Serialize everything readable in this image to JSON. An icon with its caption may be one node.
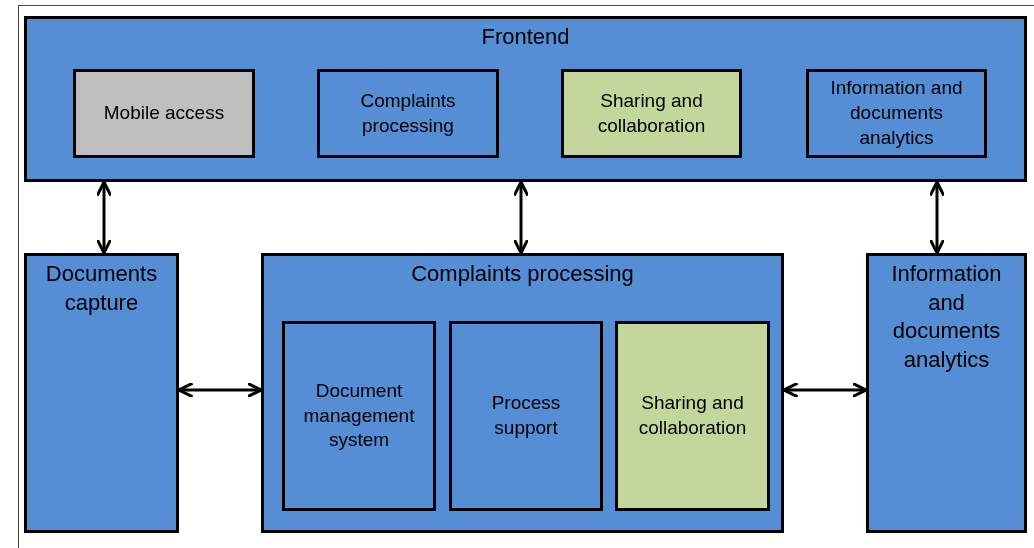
{
  "diagram": {
    "nodes": [
      {
        "text": [
          "Frontend"
        ]
      },
      {
        "text": [
          "Mobile access"
        ],
        "in": 0
      },
      {
        "text": [
          "Complaints processing"
        ],
        "in": 0
      },
      {
        "text": [
          "Sharing and collaboration"
        ],
        "in": 0
      },
      {
        "text": [
          "Information and documents analytics"
        ],
        "in": 0
      },
      {
        "text": [
          "Documents capture"
        ]
      },
      {
        "text": [
          "Complaints processing"
        ]
      },
      {
        "text": [
          "Document management system"
        ],
        "in": 6
      },
      {
        "text": [
          "Process support"
        ],
        "in": 6
      },
      {
        "text": [
          "Sharing and collaboration"
        ],
        "in": 6
      },
      {
        "text": [
          "Information and documents analytics"
        ]
      }
    ],
    "edges": [
      {
        "from": 0,
        "to": 5,
        "arrow": "both"
      },
      {
        "from": 0,
        "to": 6,
        "arrow": "both"
      },
      {
        "from": 0,
        "to": 10,
        "arrow": "both"
      },
      {
        "from": 5,
        "to": 6,
        "arrow": "both"
      },
      {
        "from": 6,
        "to": 10,
        "arrow": "both"
      }
    ]
  }
}
